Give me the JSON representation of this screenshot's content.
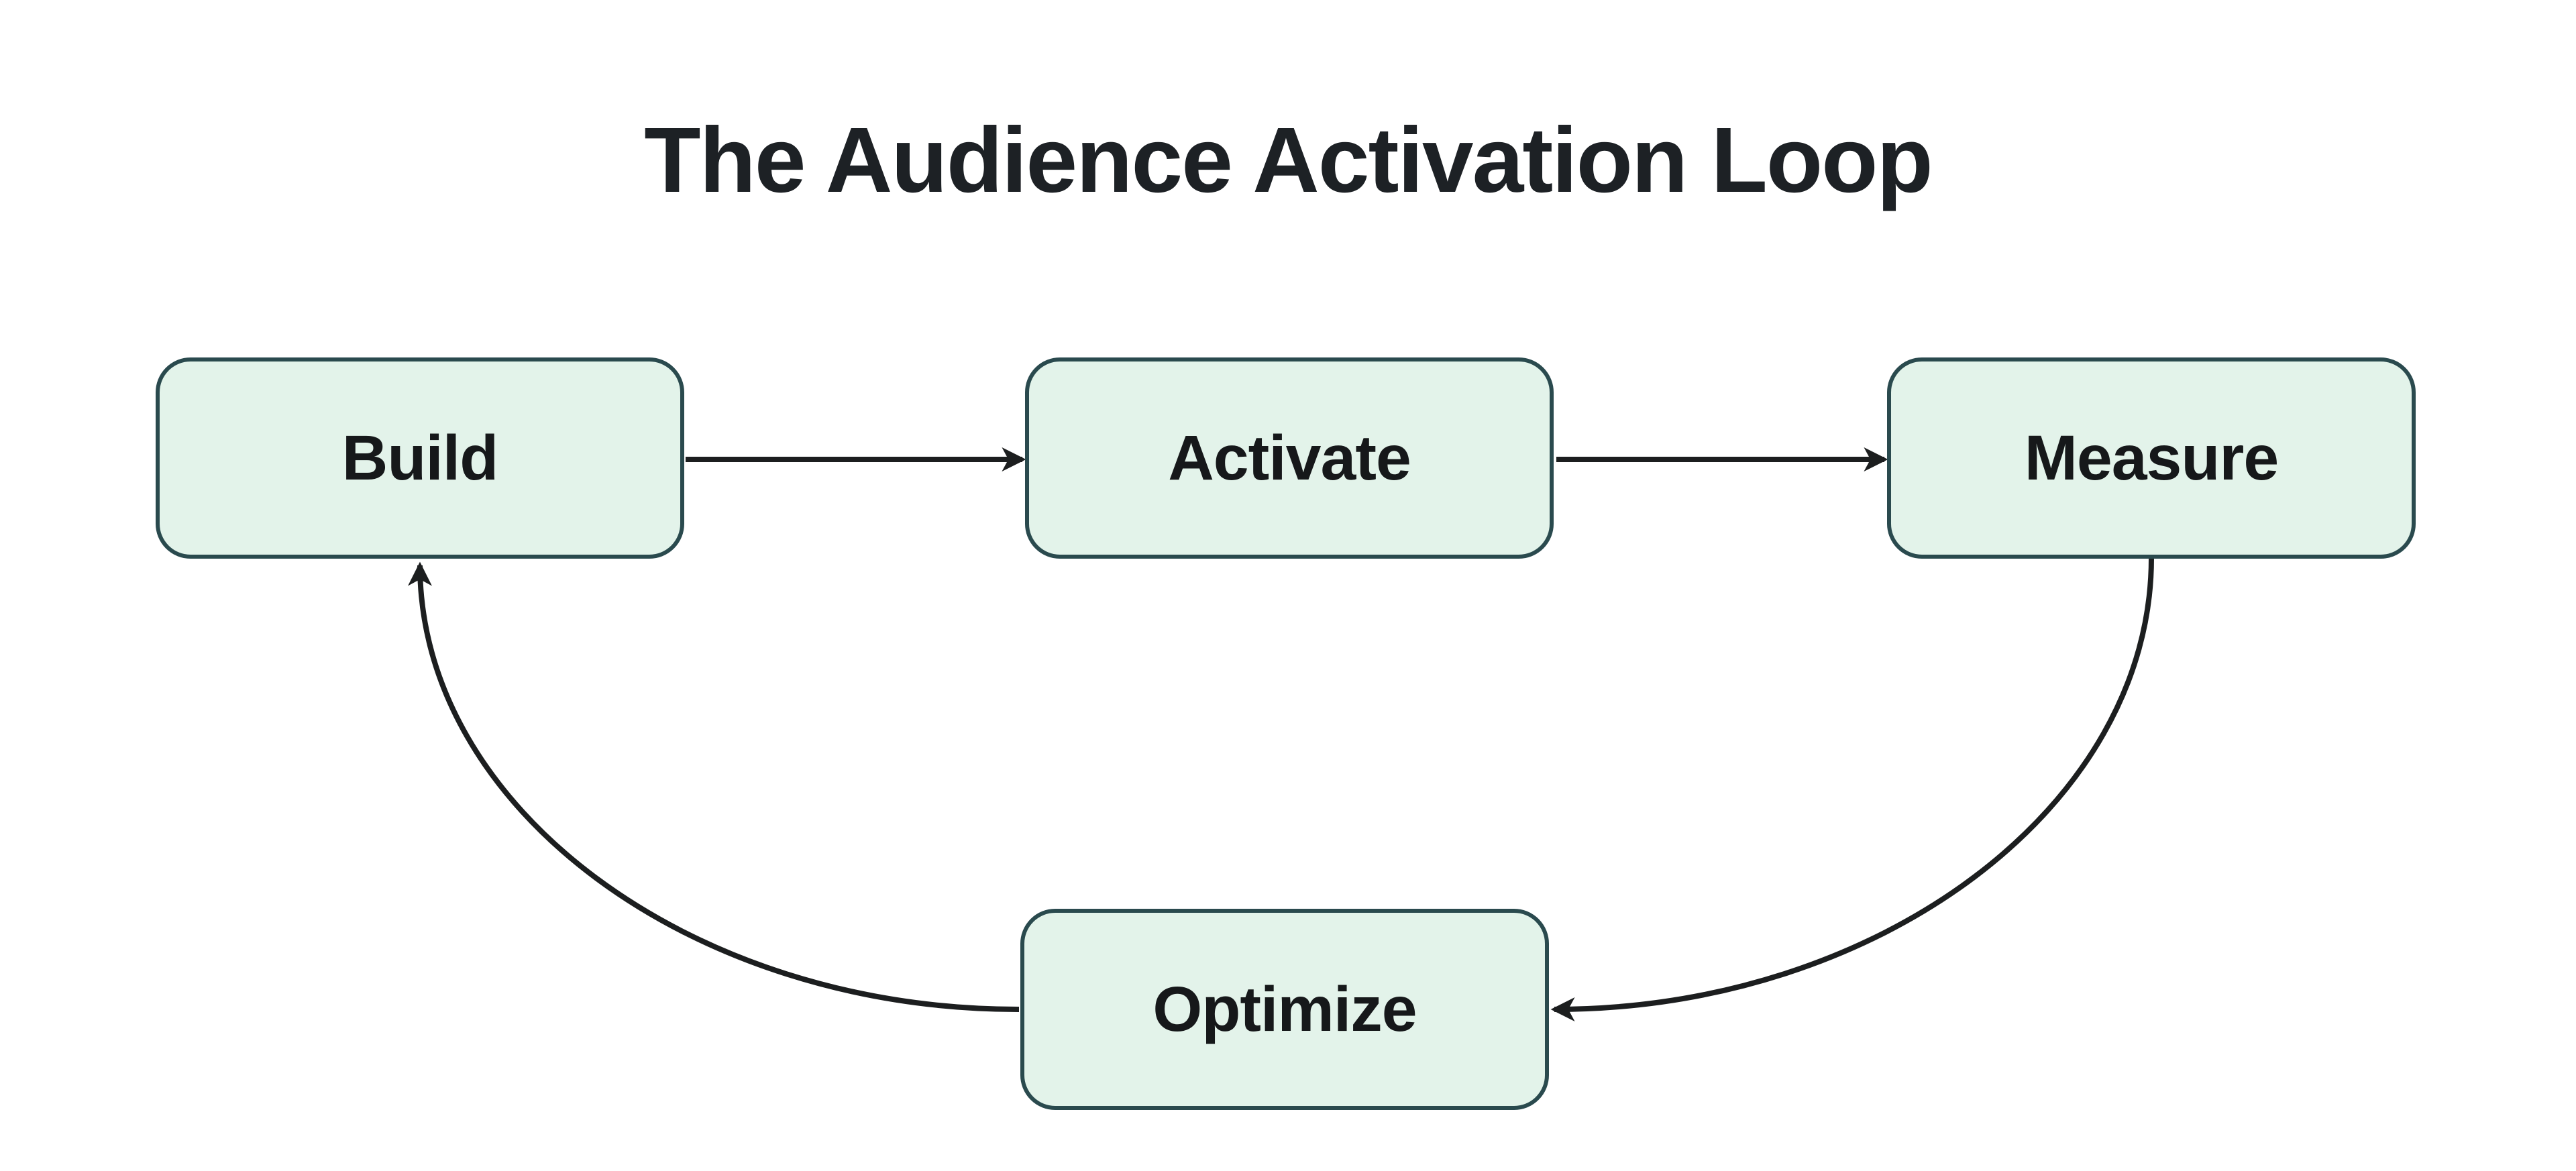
{
  "title": "The Audience Activation Loop",
  "diagram": {
    "type": "flow-loop",
    "nodes": [
      {
        "id": "build",
        "label": "Build"
      },
      {
        "id": "activate",
        "label": "Activate"
      },
      {
        "id": "measure",
        "label": "Measure"
      },
      {
        "id": "optimize",
        "label": "Optimize"
      }
    ],
    "edges": [
      {
        "from": "build",
        "to": "activate",
        "style": "straight"
      },
      {
        "from": "activate",
        "to": "measure",
        "style": "straight"
      },
      {
        "from": "measure",
        "to": "optimize",
        "style": "curved"
      },
      {
        "from": "optimize",
        "to": "build",
        "style": "curved"
      }
    ],
    "colors": {
      "background": "#ffffff",
      "node_fill": "#e3f3ea",
      "node_border": "#2a4a4e",
      "arrow": "#1c1e1f",
      "title_text": "#1d2125",
      "node_text": "#16181a"
    }
  }
}
